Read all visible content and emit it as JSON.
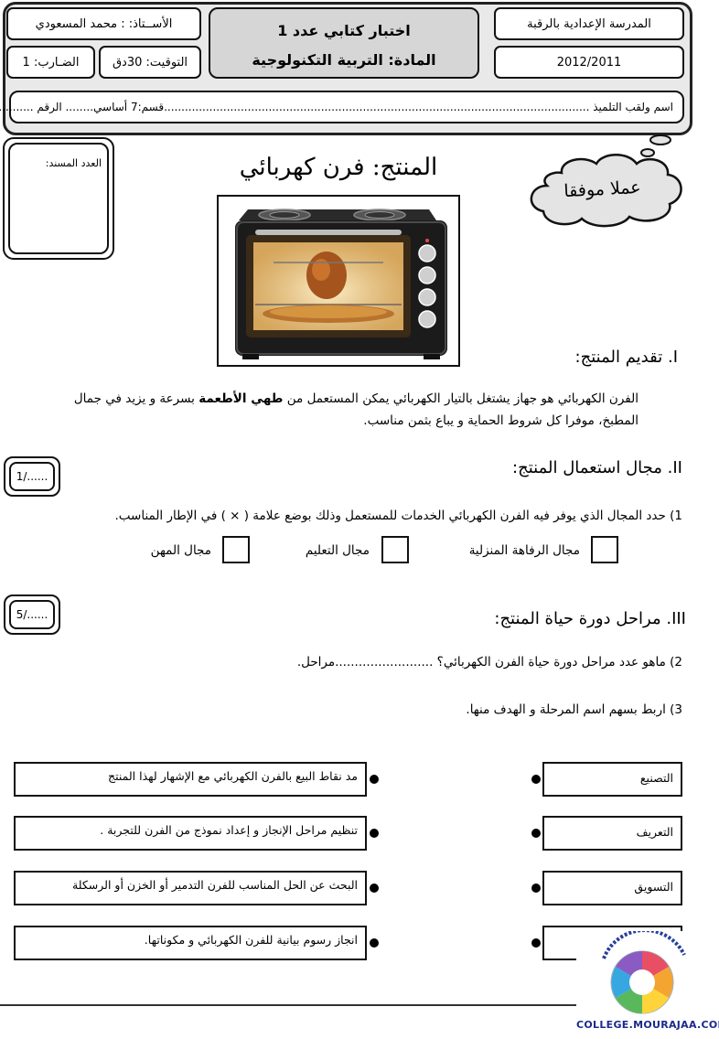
{
  "header": {
    "school": "المدرسة الإعدادية بالرقبة",
    "year": "2012/2011",
    "exam_title": "اختبار كتابي عدد 1",
    "subject": "المادة: التربية التكنولوجية",
    "teacher": "الأســتاذ: : محمد المسعودي",
    "coefficient": "الضـارب: 1",
    "duration": "التوقيت: 30دق"
  },
  "student": {
    "name_label": "اسم ولقب التلميذ ..........................................................................................................................",
    "class_number": "قسم:7 أساسي........ الرقم ................."
  },
  "grade_box": {
    "label": "العدد المسند:"
  },
  "product_title": "المنتج: فرن كهربائي",
  "cloud_text": "عملا موفقا",
  "section1": {
    "heading": "I. تقديم المنتج:",
    "para_line1_pre": "الفرن الكهربائي هو جهاز يشتغل بالتيار الكهربائي يمكن المستعمل من ",
    "para_bold": "طهي الأطعمة",
    "para_line1_post": " بسرعة و يزيد في جمال",
    "para_line2": "المطبخ، موفرا كل شروط الحماية و يباع بثمن مناسب."
  },
  "section2": {
    "heading": "II. مجال استعمال المنتج:",
    "score": "1/......",
    "question": "1) حدد المجال الذي يوفر فيه الفرن الكهربائي الخدمات للمستعمل وذلك بوضع علامة ( × ) في الإطار المناسب.",
    "choices": [
      "مجال الرفاهة المنزلية",
      "مجال التعليم",
      "مجال المهن"
    ]
  },
  "section3": {
    "heading": "III. مراحل دورة حياة المنتج:",
    "score": "5/......",
    "q2": "2) ماهو عدد مراحل دورة حياة الفرن الكهربائي؟ .........................مراحل.",
    "q3": "3) اربط بسهم اسم المرحلة و الهدف منها.",
    "stages": [
      "التصنيع",
      "التعريف",
      "التسويق",
      ""
    ],
    "goals": [
      "مد نقاط البيع بالفرن الكهربائي مع الإشهار لهذا المنتج",
      "تنظيم مراحل الإنجاز و إعداد نموذج من الفرن للتجربة .",
      "البحث عن الحل المناسب للفرن التدمير أو الخزن أو الرسكلة",
      "انجاز رسوم بيانية للفرن الكهربائي و مكوناتها."
    ]
  },
  "footer": {
    "site": "COLLEGE.MOURAJAA.COM"
  }
}
